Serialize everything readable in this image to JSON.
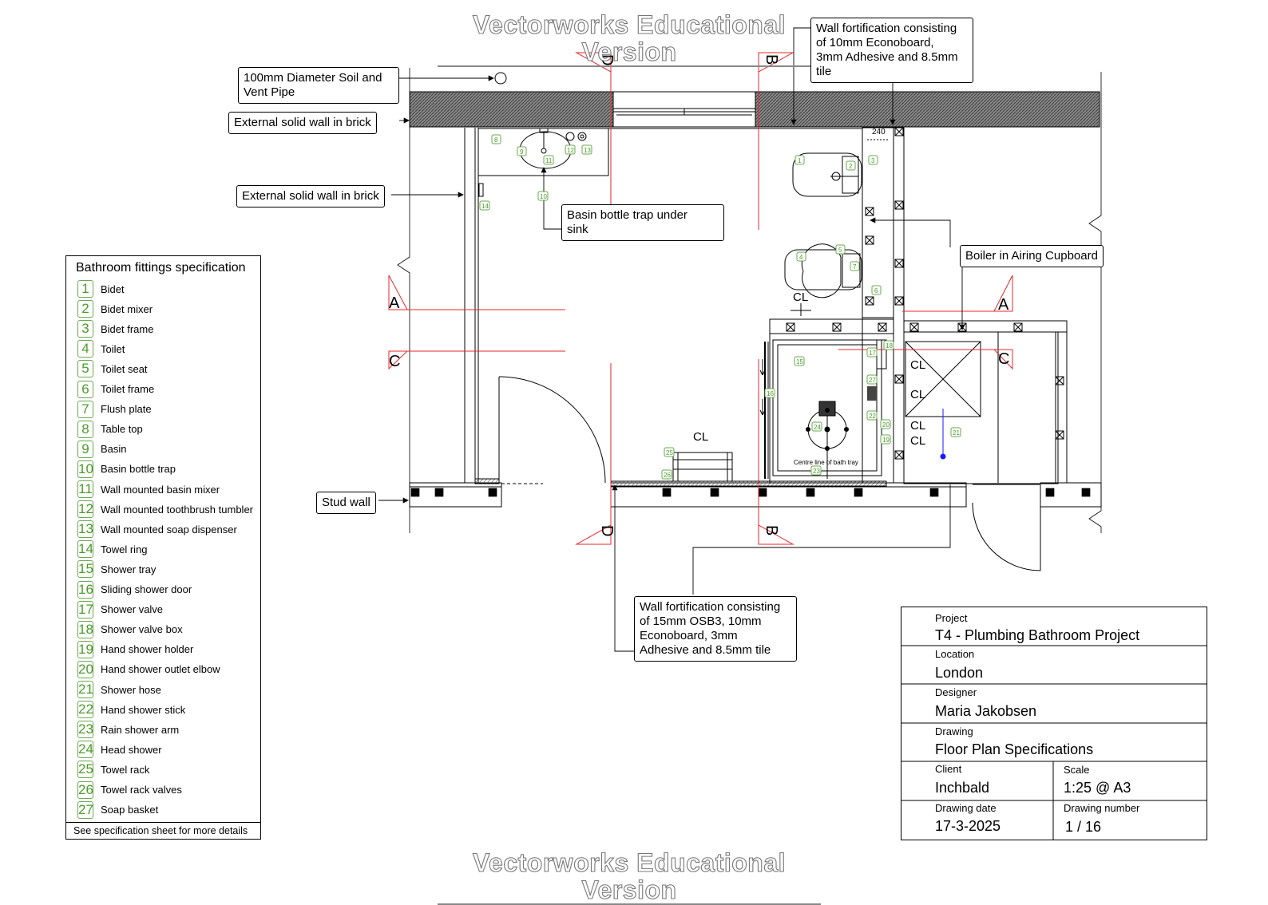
{
  "watermark": "Vectorworks Educational Version",
  "callouts": {
    "soil_pipe": "100mm Diameter Soil and\nVent Pipe",
    "ext_wall_1": "External solid wall in brick",
    "ext_wall_2": "External solid wall in brick",
    "basin_trap": "Basin bottle trap under\nsink",
    "wall_fort_top": "Wall fortification consisting\nof 10mm Econoboard,\n3mm Adhesive and 8.5mm\ntile",
    "boiler": "Boiler in Airing Cupboard",
    "stud_wall": "Stud wall",
    "wall_fort_bottom": "Wall fortification consisting\nof 15mm OSB3, 10mm\nEconoboard, 3mm\nAdhesive and 8.5mm tile"
  },
  "plan_labels": {
    "section_a": "A",
    "section_b": "B",
    "section_c": "C",
    "section_d": "D",
    "cl": "CL",
    "dim_240": "240",
    "bath_tray_note": "Centre line of bath tray"
  },
  "legend": {
    "title": "Bathroom fittings specification",
    "items": [
      {
        "n": "1",
        "label": "Bidet"
      },
      {
        "n": "2",
        "label": "Bidet mixer"
      },
      {
        "n": "3",
        "label": "Bidet frame"
      },
      {
        "n": "4",
        "label": "Toilet"
      },
      {
        "n": "5",
        "label": "Toilet seat"
      },
      {
        "n": "6",
        "label": "Toilet frame"
      },
      {
        "n": "7",
        "label": "Flush plate"
      },
      {
        "n": "8",
        "label": "Table top"
      },
      {
        "n": "9",
        "label": "Basin"
      },
      {
        "n": "10",
        "label": "Basin bottle trap"
      },
      {
        "n": "11",
        "label": "Wall mounted basin mixer"
      },
      {
        "n": "12",
        "label": "Wall mounted toothbrush tumbler"
      },
      {
        "n": "13",
        "label": "Wall mounted soap dispenser"
      },
      {
        "n": "14",
        "label": "Towel ring"
      },
      {
        "n": "15",
        "label": "Shower tray"
      },
      {
        "n": "16",
        "label": "Sliding shower door"
      },
      {
        "n": "17",
        "label": "Shower valve"
      },
      {
        "n": "18",
        "label": "Shower valve box"
      },
      {
        "n": "19",
        "label": "Hand shower holder"
      },
      {
        "n": "20",
        "label": "Hand shower outlet elbow"
      },
      {
        "n": "21",
        "label": "Shower hose"
      },
      {
        "n": "22",
        "label": "Hand shower stick"
      },
      {
        "n": "23",
        "label": "Rain shower arm"
      },
      {
        "n": "24",
        "label": "Head shower"
      },
      {
        "n": "25",
        "label": "Towel rack"
      },
      {
        "n": "26",
        "label": "Towel rack valves"
      },
      {
        "n": "27",
        "label": "Soap basket"
      }
    ],
    "footer": "See specification sheet for more details"
  },
  "title_block": {
    "project_label": "Project",
    "project": "T4 - Plumbing Bathroom Project",
    "location_label": "Location",
    "location": "London",
    "designer_label": "Designer",
    "designer": "Maria Jakobsen",
    "drawing_label": "Drawing",
    "drawing": "Floor Plan Specifications",
    "client_label": "Client",
    "client": "Inchbald",
    "scale_label": "Scale",
    "scale": "1:25 @ A3",
    "date_label": "Drawing date",
    "date": "17-3-2025",
    "number_label": "Drawing number",
    "number": "1 / 16"
  },
  "colors": {
    "section_line": "#e8262b",
    "tag_green": "#6aa84f",
    "wall_hatch": "#555555",
    "hose_blue": "#1a1aff"
  }
}
